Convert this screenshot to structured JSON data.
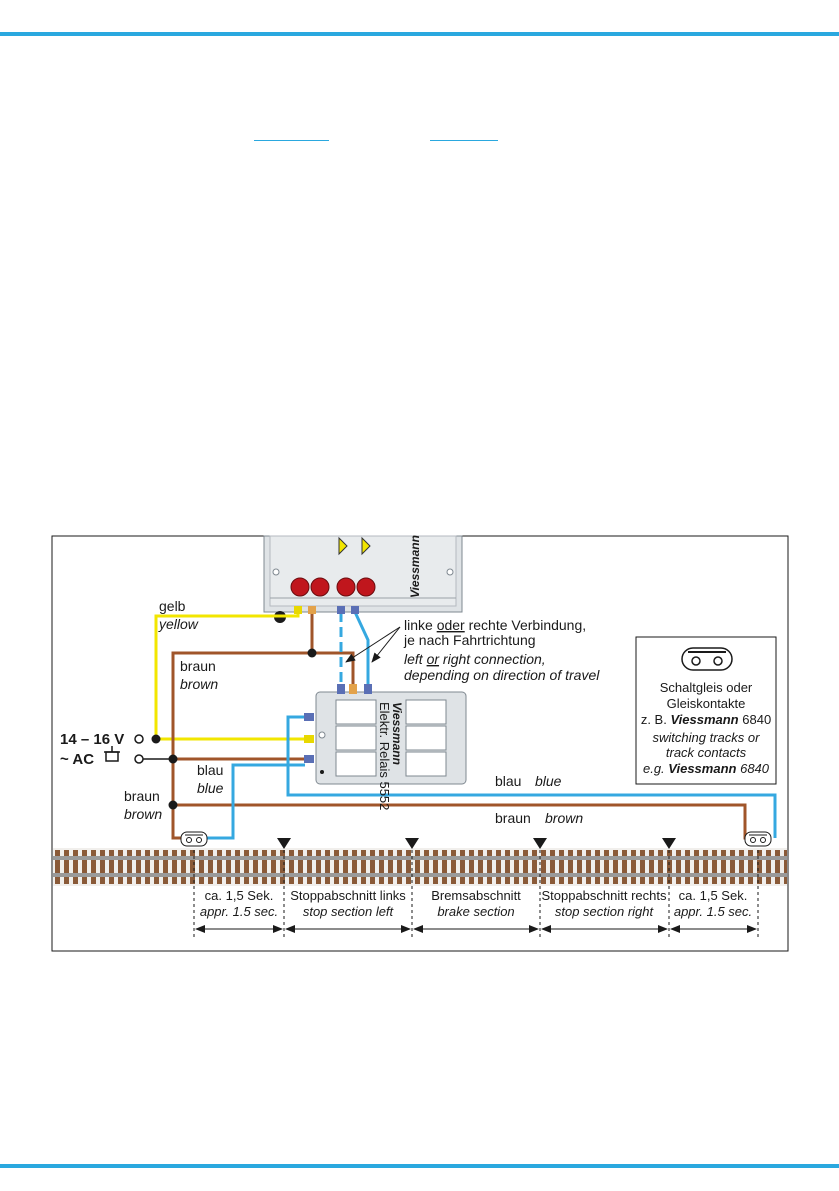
{
  "wires": {
    "yellow_de": "gelb",
    "yellow_en": "yellow",
    "brown_top_de": "braun",
    "brown_top_en": "brown",
    "brown_left_de": "braun",
    "brown_left_en": "brown",
    "blue_left_de": "blau",
    "blue_left_en": "blue",
    "blue_right_de": "blau",
    "blue_right_en": "blue",
    "brown_right_de": "braun",
    "brown_right_en": "brown"
  },
  "power": {
    "voltage": "14 – 16 V",
    "ac": "~ AC"
  },
  "connection_note": {
    "de_pre": "linke ",
    "de_or": "oder",
    "de_post": " rechte Verbindung,",
    "de_line2": "je nach Fahrtrichtung",
    "en_pre": "left ",
    "en_or": "or",
    "en_post": " right connection,",
    "en_line2": "depending on direction of travel"
  },
  "legend": {
    "de_line1": "Schaltgleis oder",
    "de_line2": "Gleiskontakte",
    "de_line3_pre": "z. B.",
    "brand": "Viessmann",
    "part_no": "6840",
    "en_line1": "switching tracks or",
    "en_line2": "track contacts",
    "en_line3_pre": "e.g."
  },
  "relay": {
    "label": "Elektr. Relais 5552",
    "brand": "Viessmann"
  },
  "module": {
    "brand": "Viessmann"
  },
  "sections": [
    {
      "de": "ca. 1,5 Sek.",
      "en": "appr. 1.5 sec."
    },
    {
      "de": "Stoppabschnitt links",
      "en": "stop section left"
    },
    {
      "de": "Bremsabschnitt",
      "en": "brake section"
    },
    {
      "de": "Stoppabschnitt rechts",
      "en": "stop section right"
    },
    {
      "de": "ca. 1,5 Sek.",
      "en": "appr. 1.5 sec."
    }
  ],
  "colors": {
    "accent": "#2aa8df",
    "yellow_wire": "#f2e600",
    "brown_wire": "#a0552a",
    "blue_wire": "#35a8e0"
  }
}
